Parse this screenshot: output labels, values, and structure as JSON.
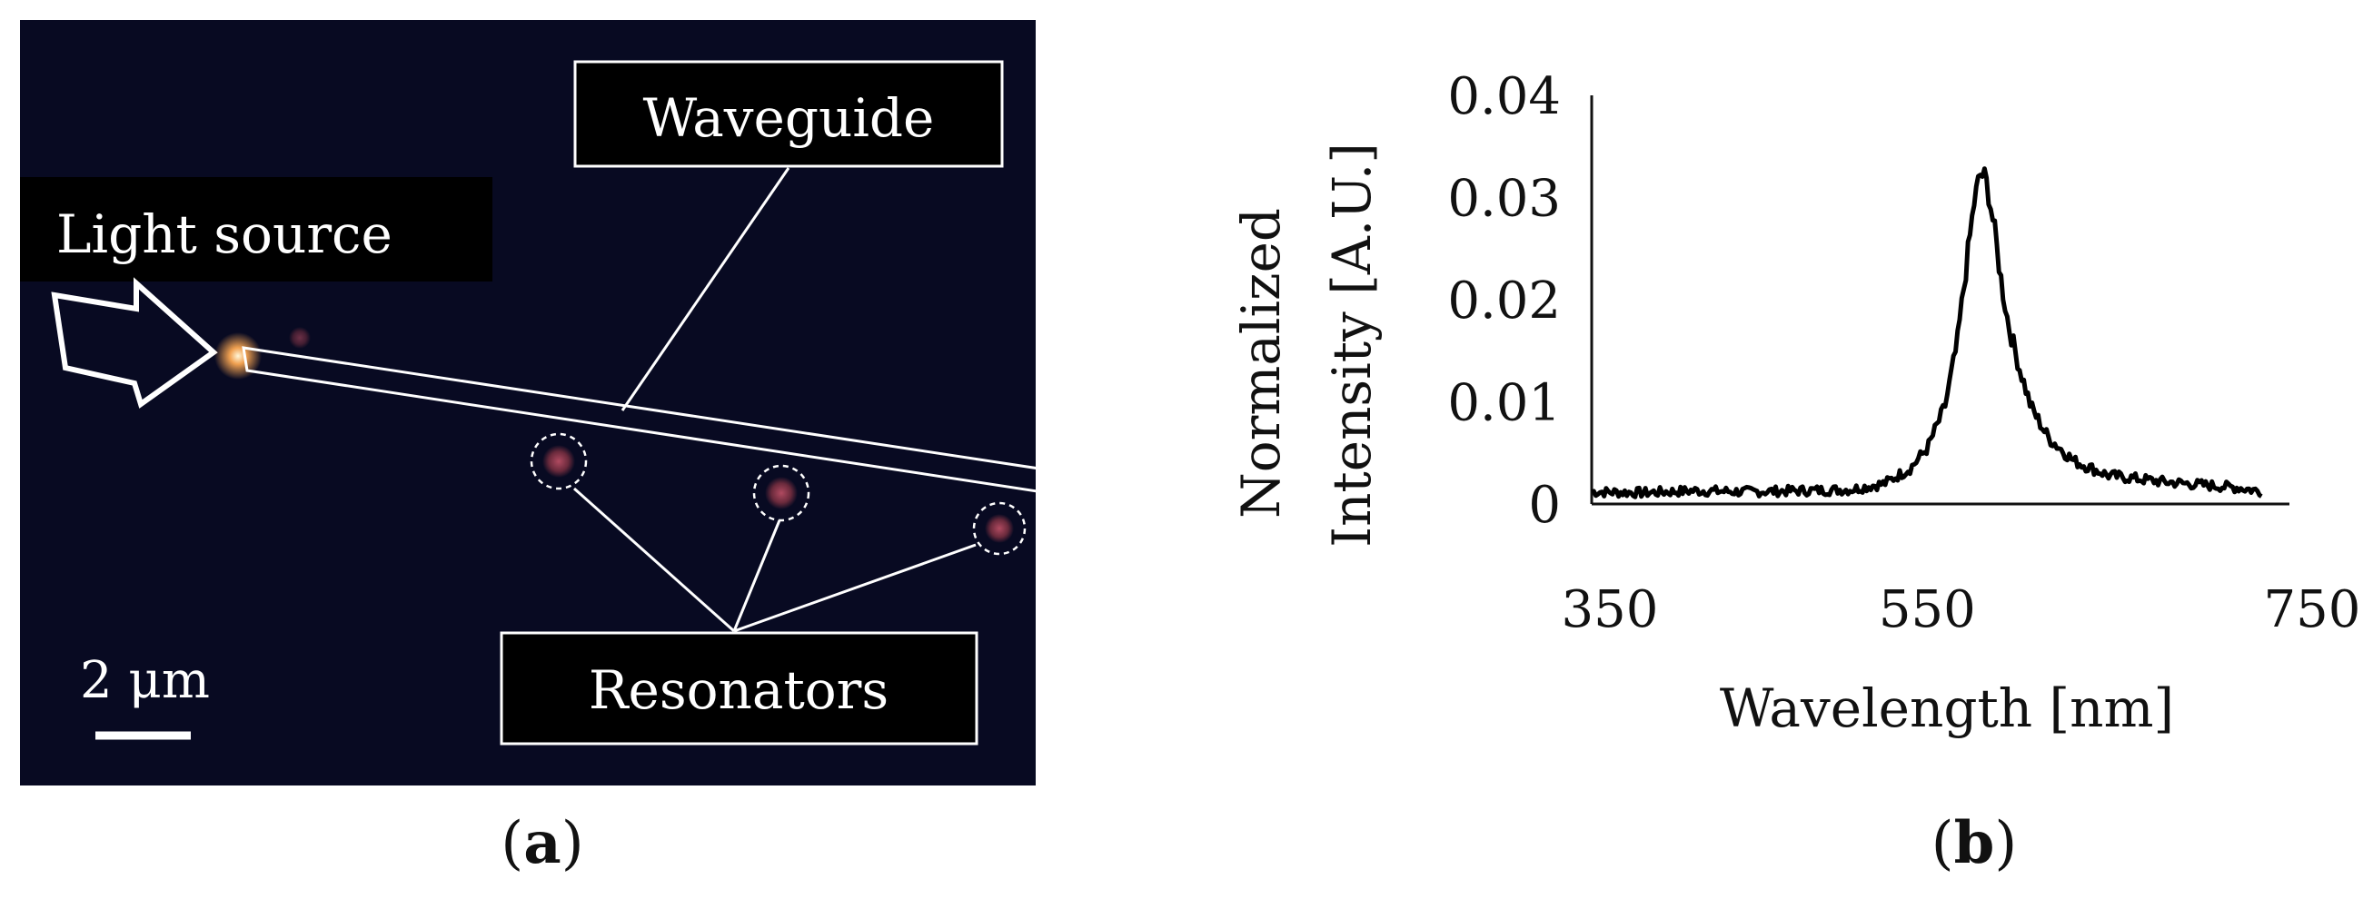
{
  "panel_a": {
    "caption_letter": "a",
    "labels": {
      "waveguide": "Waveguide",
      "light_source": "Light source",
      "resonators": "Resonators",
      "scale_bar": "2 μm"
    }
  },
  "panel_b": {
    "caption_letter": "b"
  },
  "colors": {
    "background_dark": "#080a22",
    "annotation": "#ffffff",
    "spectrum_line": "#000000"
  },
  "chart_data": {
    "type": "line",
    "xlabel": "Wavelength   [nm]",
    "ylabel_line1": "Normalized",
    "ylabel_line2": "Intensity   [A.U.]",
    "xlim": [
      350,
      750
    ],
    "ylim": [
      0,
      0.04
    ],
    "x_ticks": [
      "350",
      "550",
      "750"
    ],
    "y_ticks": [
      "0",
      "0.01",
      "0.02",
      "0.03",
      "0.04"
    ],
    "grid": false,
    "series": [
      {
        "x": [
          350,
          380,
          410,
          440,
          470,
          500,
          520,
          535,
          545,
          555,
          562,
          568,
          572,
          576,
          580,
          584,
          588,
          592,
          598,
          605,
          615,
          630,
          650,
          680,
          710,
          725,
          740
        ],
        "y": [
          0.0012,
          0.0011,
          0.0013,
          0.0012,
          0.0013,
          0.0014,
          0.002,
          0.0035,
          0.0055,
          0.0095,
          0.0155,
          0.024,
          0.0295,
          0.0325,
          0.031,
          0.0265,
          0.0215,
          0.0175,
          0.0135,
          0.0095,
          0.0065,
          0.0042,
          0.0028,
          0.0022,
          0.0018,
          0.0016,
          0.0012
        ]
      }
    ]
  }
}
